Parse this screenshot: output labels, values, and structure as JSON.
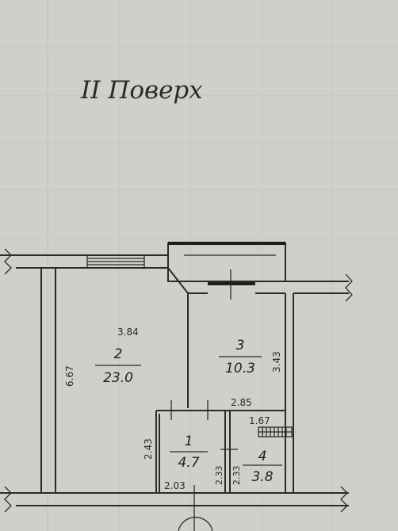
{
  "floor_title": "II Поверх",
  "rooms": [
    {
      "number": "1",
      "area": "4.7"
    },
    {
      "number": "2",
      "area": "23.0"
    },
    {
      "number": "3",
      "area": "10.3"
    },
    {
      "number": "4",
      "area": "3.8"
    }
  ],
  "dimensions": {
    "room2_width": "3.84",
    "room2_length": "6.67",
    "room3_length": "3.43",
    "room3_width": "2.85",
    "room1_height": "2.43",
    "room1_width": "2.03",
    "room1_side": "2.33",
    "room4_side": "2.33",
    "room4_width": "1.67"
  },
  "colors": {
    "background": "#cfd0cb",
    "line": "#2b2b2b",
    "text": "#1f1f1f"
  }
}
